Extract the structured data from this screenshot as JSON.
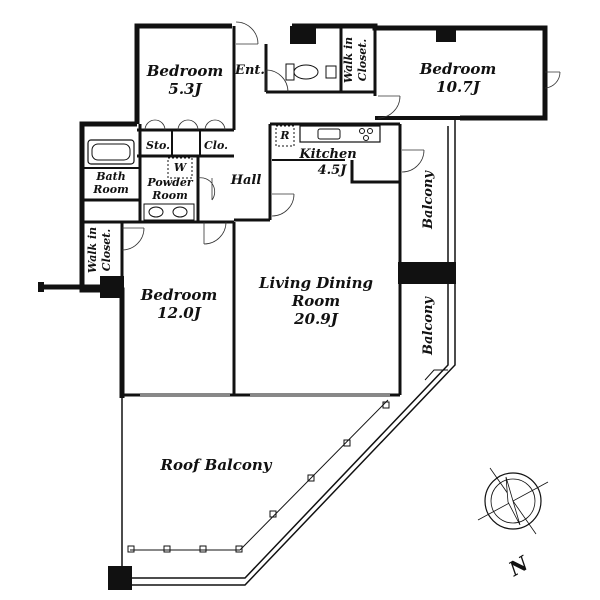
{
  "rooms": {
    "bedroom_a": {
      "name": "Bedroom",
      "size": "5.3J"
    },
    "bedroom_b": {
      "name": "Bedroom",
      "size": "10.7J"
    },
    "bedroom_c": {
      "name": "Bedroom",
      "size": "12.0J"
    },
    "ldk": {
      "name_1": "Living Dining",
      "name_2": "Room",
      "size": "20.9J"
    },
    "kitchen": {
      "name": "Kitchen",
      "size": "4.5J"
    },
    "entrance": "Ent.",
    "wic_top": {
      "line1": "Walk in",
      "line2": "Closet."
    },
    "wic_left": {
      "line1": "Walk in",
      "line2": "Closet."
    },
    "storage": "Sto.",
    "closet": "Clo.",
    "refrigerator": "R",
    "washer": "W",
    "powder": {
      "line1": "Powder",
      "line2": "Room"
    },
    "bath": {
      "line1": "Bath",
      "line2": "Room"
    },
    "hall": "Hall",
    "balcony_upper": "Balcony",
    "balcony_lower": "Balcony",
    "roof_balcony": "Roof Balcony"
  },
  "compass": {
    "north_label": "N"
  }
}
